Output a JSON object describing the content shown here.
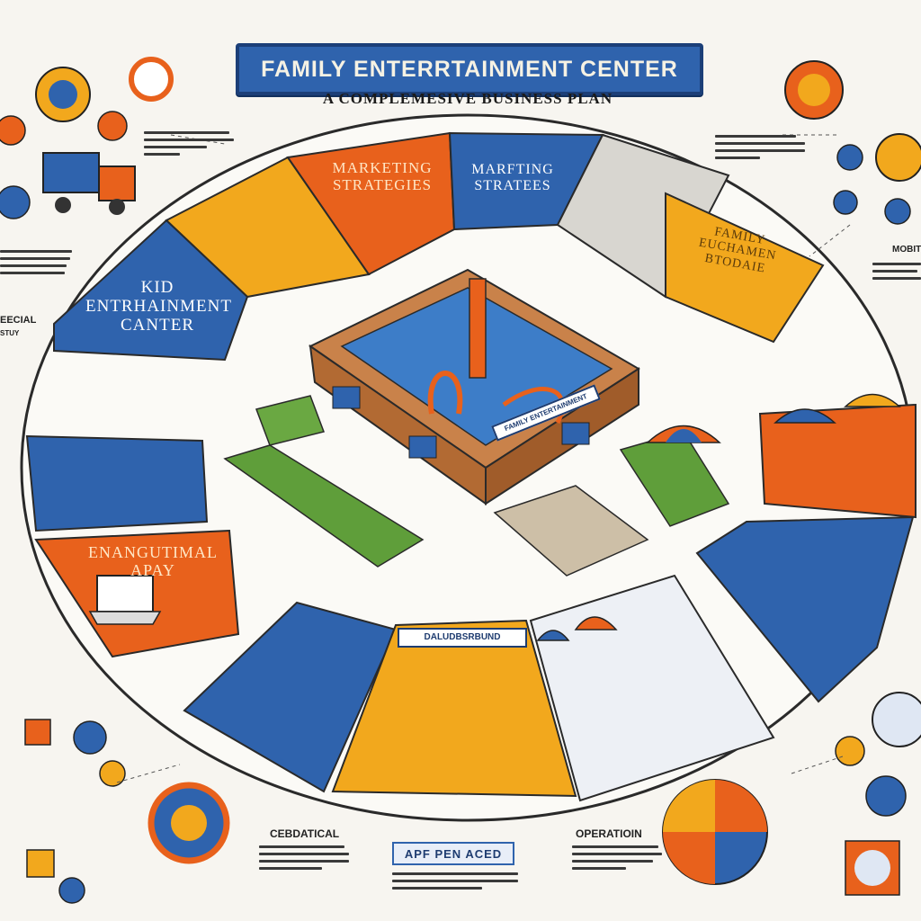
{
  "header": {
    "title": "FAMILY ENTERRTAINMENT CENTER",
    "subtitle": "A COMPLEMESIVE BUSINESS PLAN"
  },
  "zones": {
    "marketing_strategies": "MARKETING STRATEGIES",
    "marfting_stratees": "MARFTING STRATEES",
    "kid_entertainment": "KID ENTRHAINMENT CANTER",
    "family_entertainment": "FAMILY EUCHAMEN BTODAIE",
    "enangutimal_apay": "ENANGUTIMAL APAY",
    "daludbsrbund_sign": "DALUDBSRBUND",
    "building_sign": "FAMILY ENTERTAINMENT"
  },
  "captions": {
    "left_partial": "EECIAL",
    "left_partial_sub": "STUY",
    "right_partial": "MOBIT",
    "bottom_left_heading": "CEBDATICAL",
    "bottom_right_heading": "OPERATIOIN",
    "bottom_center_badge": "APF PEN ACED"
  },
  "colors": {
    "orange": "#e8611c",
    "blue": "#2f63ad",
    "yellow": "#f2a81d",
    "cream": "#f7f5f0",
    "dark_blue": "#1c3f78"
  },
  "icons": [
    "delivery-truck-icon",
    "ferris-wheel-icon",
    "toy-cluster-icon",
    "carousel-icon",
    "roulette-wheel-icon",
    "umbrella-icon"
  ]
}
